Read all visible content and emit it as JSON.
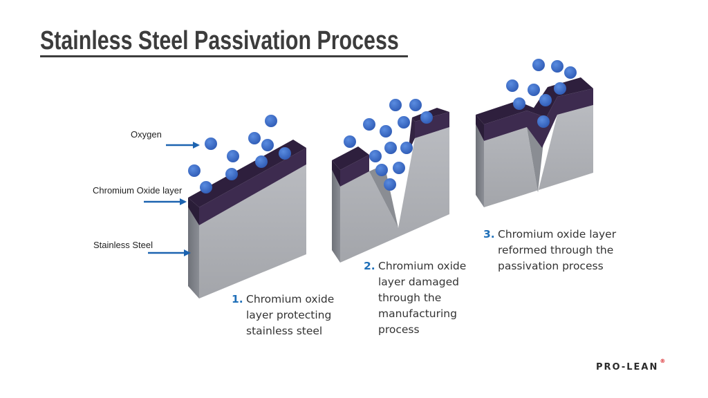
{
  "title": "Stainless Steel Passivation Process",
  "labels": {
    "oxygen": "Oxygen",
    "chromium_oxide_layer": "Chromium Oxide layer",
    "stainless_steel": "Stainless Steel"
  },
  "steps": [
    {
      "number": "1.",
      "lines": [
        "Chromium oxide",
        "layer protecting",
        "stainless steel"
      ]
    },
    {
      "number": "2.",
      "lines": [
        "Chromium oxide",
        "layer damaged",
        "through the",
        "manufacturing",
        "process"
      ]
    },
    {
      "number": "3.",
      "lines": [
        "Chromium oxide layer",
        "reformed through the",
        "passivation process"
      ]
    }
  ],
  "logo": {
    "text": "PRO-LEAN",
    "mark": "®"
  },
  "colors": {
    "oxide": "#3d2b4f",
    "oxide_top": "#2e1f3d",
    "steel_front": "#a9abb0",
    "steel_side": "#7d8087",
    "oxygen": "#3a67c4",
    "arrow": "#1c63b0",
    "step_number": "#1f6fb8"
  }
}
